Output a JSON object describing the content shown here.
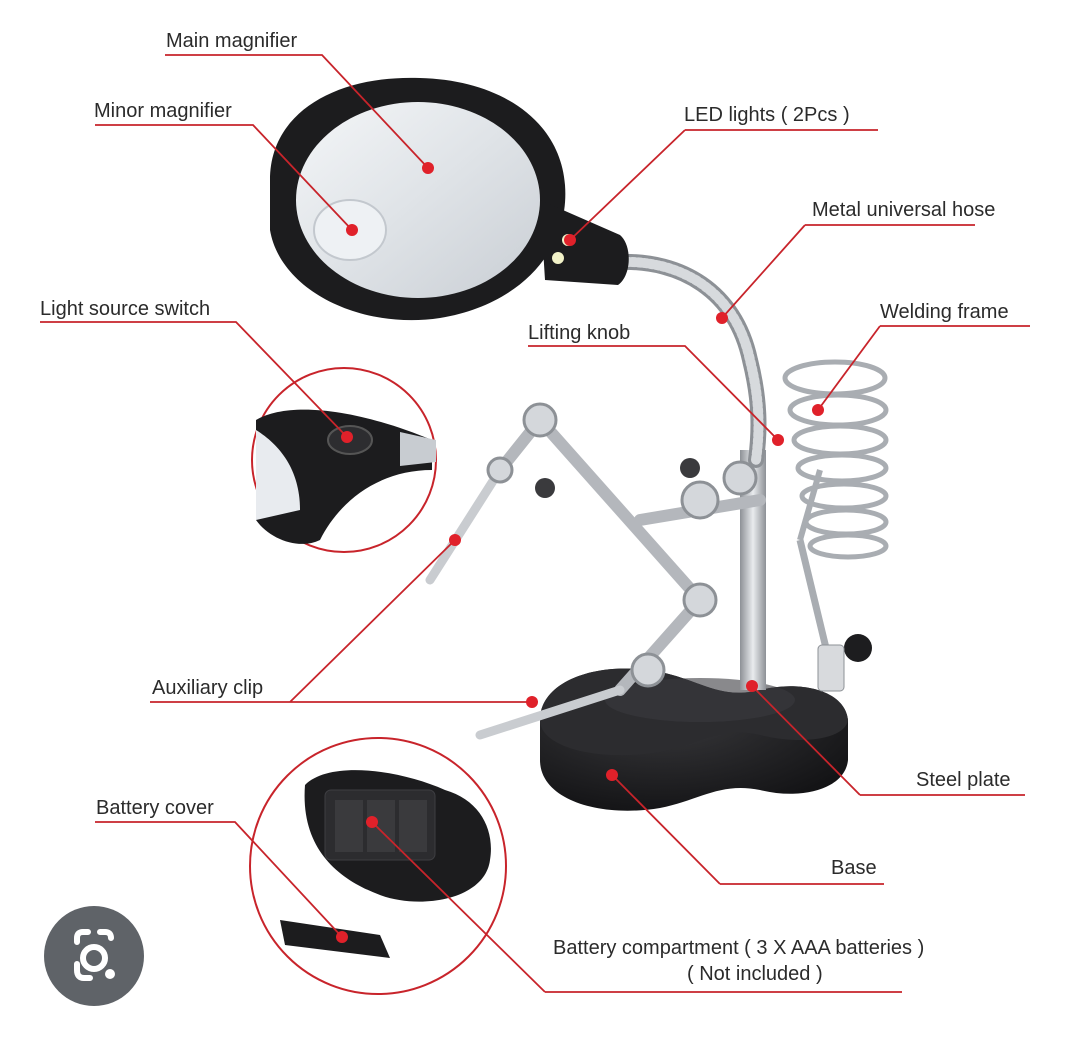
{
  "diagram": {
    "labels": {
      "main_magnifier": "Main magnifier",
      "minor_magnifier": "Minor magnifier",
      "led_lights": "LED lights ( 2Pcs )",
      "metal_universal_hose": "Metal universal hose",
      "light_source_switch": "Light source switch",
      "lifting_knob": "Lifting knob",
      "welding_frame": "Welding frame",
      "auxiliary_clip": "Auxiliary clip",
      "steel_plate": "Steel plate",
      "battery_cover": "Battery cover",
      "base": "Base",
      "battery_compartment_line1": "Battery compartment ( 3 X AAA batteries )",
      "battery_compartment_line2": "( Not included )"
    },
    "colors": {
      "callout": "#c8242b",
      "label_text": "#2b2b2b",
      "product_black": "#1c1c1e",
      "metal": "#b9bcc0"
    }
  },
  "overlay": {
    "lens_button_icon": "google-lens-icon",
    "lens_button_color": "#5f6368"
  }
}
